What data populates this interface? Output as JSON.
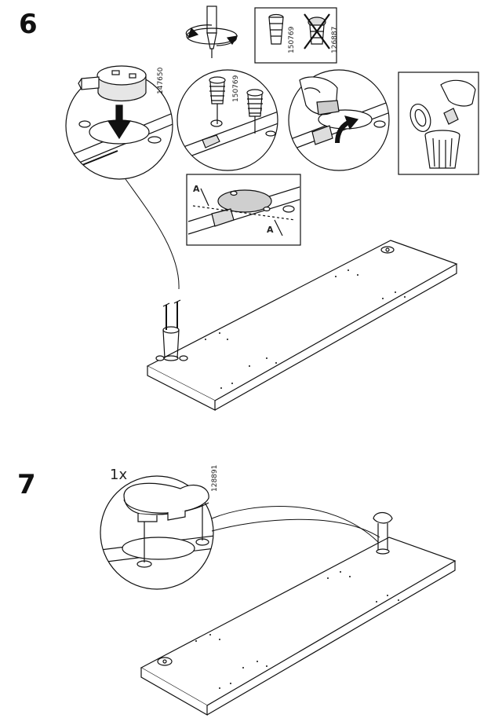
{
  "steps": [
    {
      "number": "6"
    },
    {
      "number": "7"
    }
  ],
  "part_numbers": {
    "cam_lock": "147650",
    "screw": "150769",
    "screw_box": "150769",
    "crossed_part": "126887",
    "plug": "128891"
  },
  "labels": {
    "distance_marker": "A",
    "quantity": "1x"
  },
  "colors": {
    "line": "#111111",
    "shade": "#cfcfcf",
    "background": "#ffffff"
  }
}
